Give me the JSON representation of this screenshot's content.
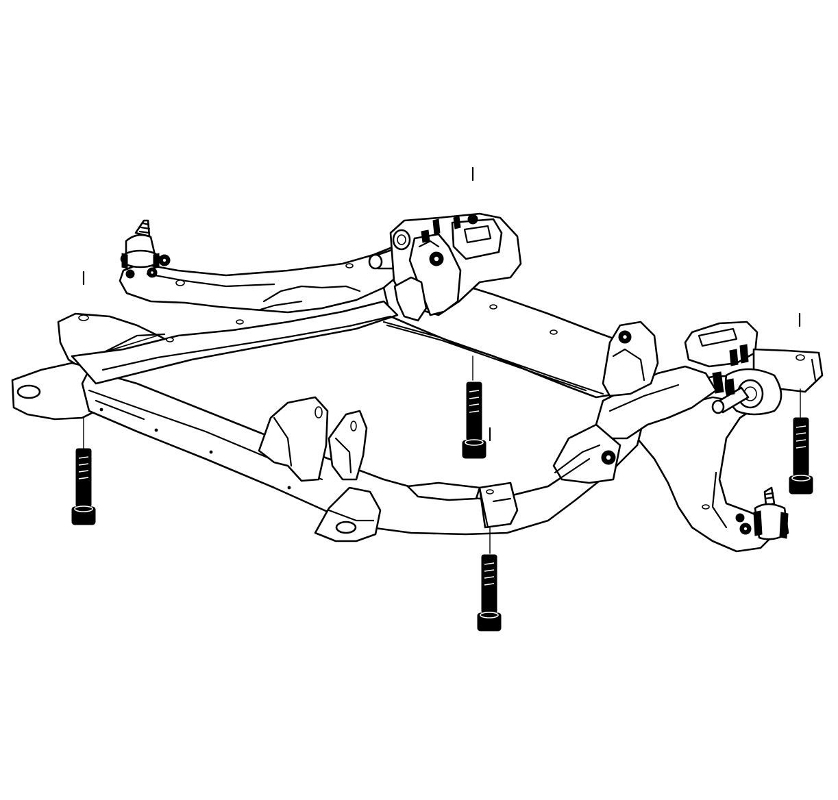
{
  "colors": {
    "line": "#000000",
    "background": "#ffffff"
  },
  "components": [
    "front-crossmember",
    "left-side-rail",
    "right-side-rail",
    "rear-crossmember",
    "left-lower-control-arm",
    "right-lower-control-arm",
    "left-ball-joint",
    "right-ball-joint",
    "mounting-bolts"
  ]
}
